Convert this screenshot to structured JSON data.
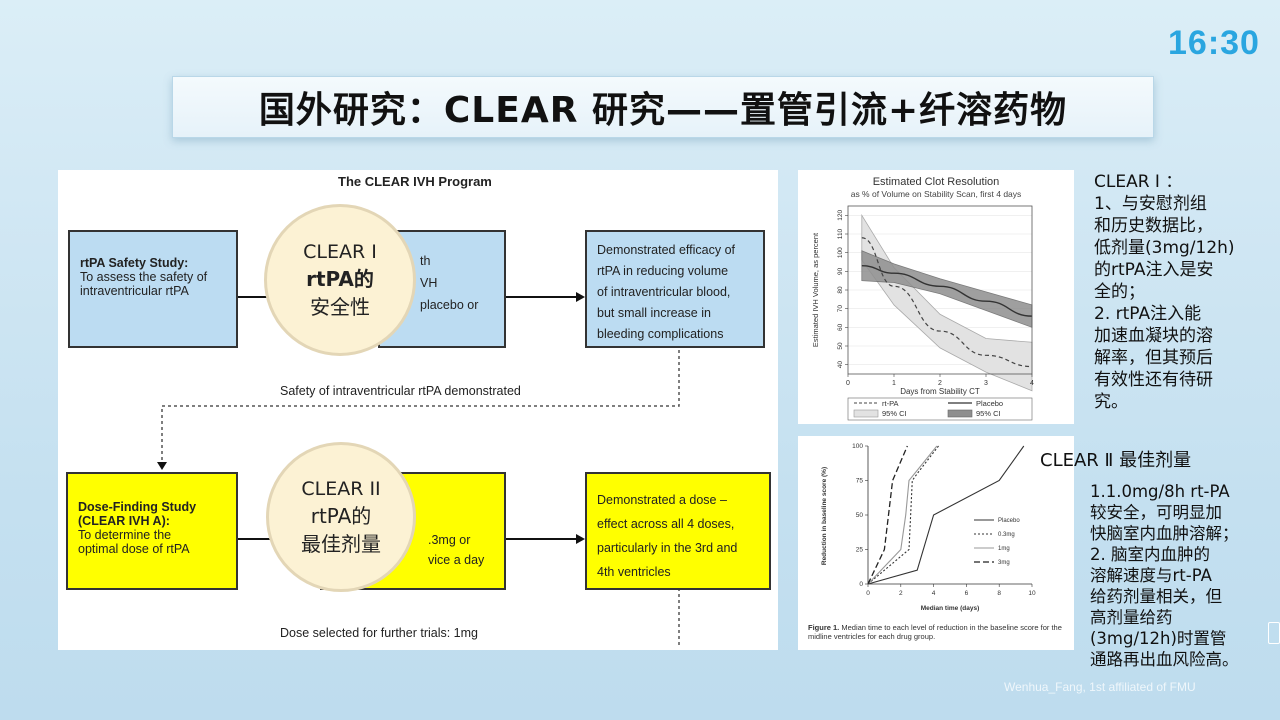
{
  "clock": "16:30",
  "title": "国外研究：CLEAR 研究——置管引流+纤溶药物",
  "diagram": {
    "heading": "The CLEAR IVH Program",
    "safety_box": {
      "title": "rtPA Safety Study:",
      "text": [
        "To assess the safety of",
        "intraventricular rtPA"
      ]
    },
    "safety_mid": [
      "th",
      "VH",
      "placebo or"
    ],
    "efficacy_box": [
      "Demonstrated efficacy of",
      "rtPA in reducing volume",
      "of intraventricular blood,",
      "but small increase in",
      "bleeding complications"
    ],
    "safety_note": "Safety of intraventricular rtPA demonstrated",
    "dose_box": {
      "title": [
        "Dose-Finding Study",
        "(CLEAR IVH A):"
      ],
      "text": [
        "To determine the",
        "optimal dose of rtPA"
      ]
    },
    "dose_mid": [
      ".3mg or",
      "vice a day"
    ],
    "effect_box": [
      "Demonstrated a dose –",
      "effect across all 4 doses,",
      "particularly in the 3rd and",
      "4th ventricles"
    ],
    "dose_note": "Dose selected for further trials: 1mg",
    "circle1": [
      "CLEAR I",
      "rtPA的",
      "安全性"
    ],
    "circle2": [
      "CLEAR II",
      "rtPA的",
      "最佳剂量"
    ]
  },
  "clot_chart": {
    "title": "Estimated Clot Resolution",
    "subtitle": "as % of Volume on Stability Scan, first 4 days",
    "ylabel": "Estimated IVH Volume, as percent",
    "xlabel": "Days from Stability CT",
    "xticks": [
      "0",
      "1",
      "2",
      "3",
      "4"
    ],
    "yticks": [
      "40",
      "50",
      "60",
      "70",
      "80",
      "90",
      "100",
      "110",
      "120"
    ],
    "legend": [
      "rt-PA",
      "Placebo",
      "95% CI",
      "95% CI"
    ]
  },
  "dose_chart": {
    "ylabel": "Reduction in baseline score (%)",
    "xlabel": "Median time (days)",
    "xticks": [
      "0",
      "2",
      "4",
      "6",
      "8",
      "10"
    ],
    "yticks": [
      "0",
      "25",
      "50",
      "75",
      "100"
    ],
    "legend": [
      "Placebo",
      "0.3mg",
      "1mg",
      "3mg"
    ],
    "caption_bold": "Figure 1.",
    "caption": "Median time to each level of reduction in the baseline score for the midline ventricles for each drug group."
  },
  "chart_data": [
    {
      "type": "line",
      "title": "Estimated Clot Resolution",
      "subtitle": "as % of Volume on Stability Scan, first 4 days",
      "xlabel": "Days from Stability CT",
      "ylabel": "Estimated IVH Volume, as percent",
      "xlim": [
        0,
        4
      ],
      "ylim": [
        35,
        125
      ],
      "series": [
        {
          "name": "rt-PA",
          "x": [
            0.3,
            1,
            2,
            3,
            4
          ],
          "y": [
            108,
            82,
            58,
            45,
            39
          ]
        },
        {
          "name": "Placebo",
          "x": [
            0.3,
            1,
            2,
            3,
            4
          ],
          "y": [
            93,
            89,
            82,
            74,
            66
          ]
        }
      ]
    },
    {
      "type": "line",
      "xlabel": "Median time (days)",
      "ylabel": "Reduction in baseline score (%)",
      "xlim": [
        0,
        10
      ],
      "ylim": [
        0,
        100
      ],
      "series": [
        {
          "name": "Placebo",
          "x": [
            0,
            3,
            4,
            8,
            9.5
          ],
          "y": [
            0,
            10,
            50,
            75,
            100
          ]
        },
        {
          "name": "0.3mg",
          "x": [
            0,
            2.5,
            2.7,
            3,
            4.3
          ],
          "y": [
            0,
            25,
            75,
            80,
            100
          ]
        },
        {
          "name": "1mg",
          "x": [
            0,
            2,
            2.3,
            2.5,
            4.2
          ],
          "y": [
            0,
            25,
            50,
            75,
            100
          ]
        },
        {
          "name": "3mg",
          "x": [
            0,
            1,
            1.5,
            2.4
          ],
          "y": [
            0,
            25,
            75,
            100
          ]
        }
      ]
    }
  ],
  "right_text": {
    "clear1_heading": "CLEAR Ⅰ ：",
    "clear1_lines": [
      "1、与安慰剂组",
      "和历史数据比，",
      "低剂量(3mg/12h)",
      "的rtPA注入是安",
      "全的；",
      "2. rtPA注入能",
      "加速血凝块的溶",
      "解率，但其预后",
      "有效性还有待研",
      "究。"
    ],
    "clear2_heading": "CLEAR Ⅱ 最佳剂量",
    "clear2_lines": [
      "1.1.0mg/8h rt-PA",
      "较安全，可明显加",
      "快脑室内血肿溶解；",
      "2. 脑室内血肿的",
      "溶解速度与rt-PA",
      "给药剂量相关，但",
      "高剂量给药",
      "(3mg/12h)时置管",
      "通路再出血风险高。"
    ]
  },
  "watermark": "Wenhua_Fang, 1st affiliated of FMU"
}
